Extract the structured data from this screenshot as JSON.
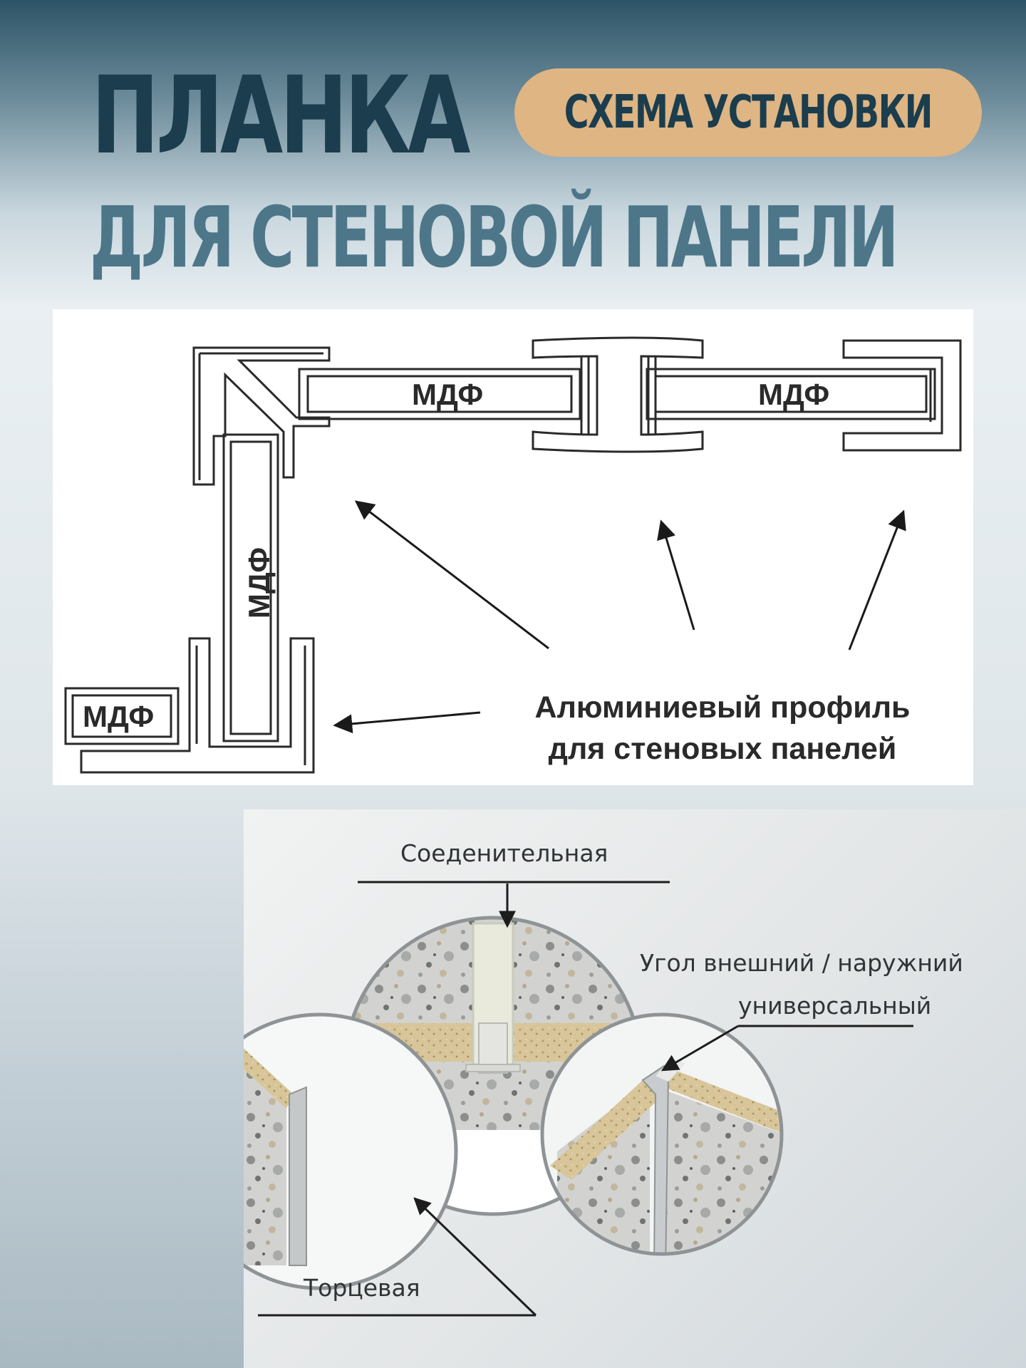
{
  "header": {
    "title_line1": "ПЛАНКА",
    "badge": "СХЕМА УСТАНОВКИ",
    "title_line2": "ДЛЯ СТЕНОВОЙ ПАНЕЛИ"
  },
  "diagram": {
    "mdf_label": "МДФ",
    "caption_line1": "Алюминиевый профиль",
    "caption_line2": "для стеновых панелей"
  },
  "photo": {
    "connecting": "Соеденительная",
    "corner_line1": "Угол внешний / наружний",
    "corner_line2": "универсальный",
    "end": "Торцевая"
  },
  "colors": {
    "title_dark": "#1b3d4e",
    "title_light": "#4d7689",
    "badge_bg": "#deb583"
  }
}
